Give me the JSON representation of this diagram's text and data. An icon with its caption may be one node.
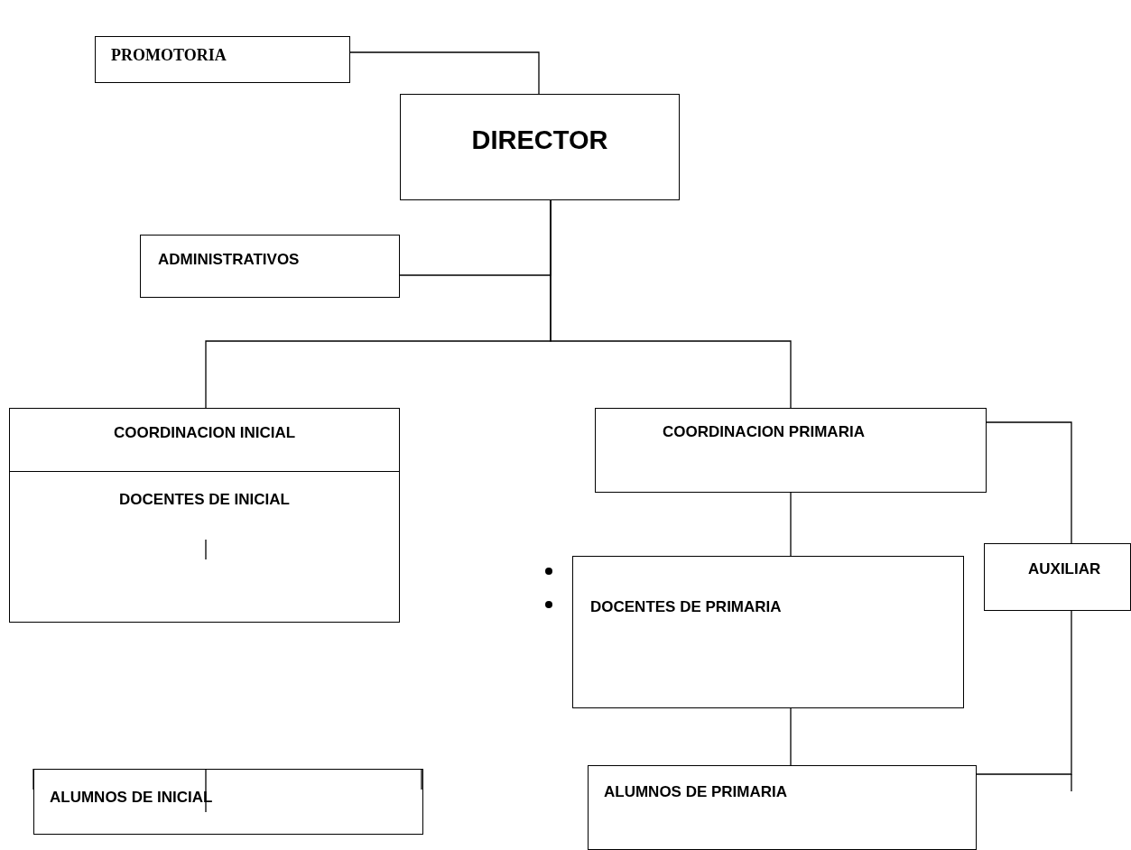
{
  "diagram": {
    "nodes": [
      {
        "text": [
          "PROMOTORIA"
        ]
      },
      {
        "text": [
          "DIRECTOR"
        ]
      },
      {
        "text": [
          "ADMINISTRATIVOS"
        ]
      },
      {
        "text": [
          "COORDINACION INICIAL"
        ]
      },
      {
        "text": [
          "DOCENTES DE INICIAL"
        ]
      },
      {
        "text": [
          "COORDINACION PRIMARIA"
        ]
      },
      {
        "text": [
          "DOCENTES DE PRIMARIA"
        ]
      },
      {
        "text": [
          "AUXILIAR"
        ]
      },
      {
        "text": [
          "ALUMNOS DE INICIAL"
        ]
      },
      {
        "text": [
          "ALUMNOS DE PRIMARIA"
        ]
      }
    ],
    "edges": [
      {
        "from": 0,
        "to": 1,
        "arrow": "none"
      },
      {
        "from": 1,
        "to": 2,
        "arrow": "none"
      },
      {
        "from": 1,
        "to": 3,
        "arrow": "none"
      },
      {
        "from": 1,
        "to": 5,
        "arrow": "none"
      },
      {
        "from": 5,
        "to": 6,
        "arrow": "none"
      },
      {
        "from": 5,
        "to": 7,
        "arrow": "none"
      },
      {
        "from": 6,
        "to": 9,
        "arrow": "none"
      },
      {
        "from": 7,
        "to": 9,
        "arrow": "none"
      }
    ]
  }
}
